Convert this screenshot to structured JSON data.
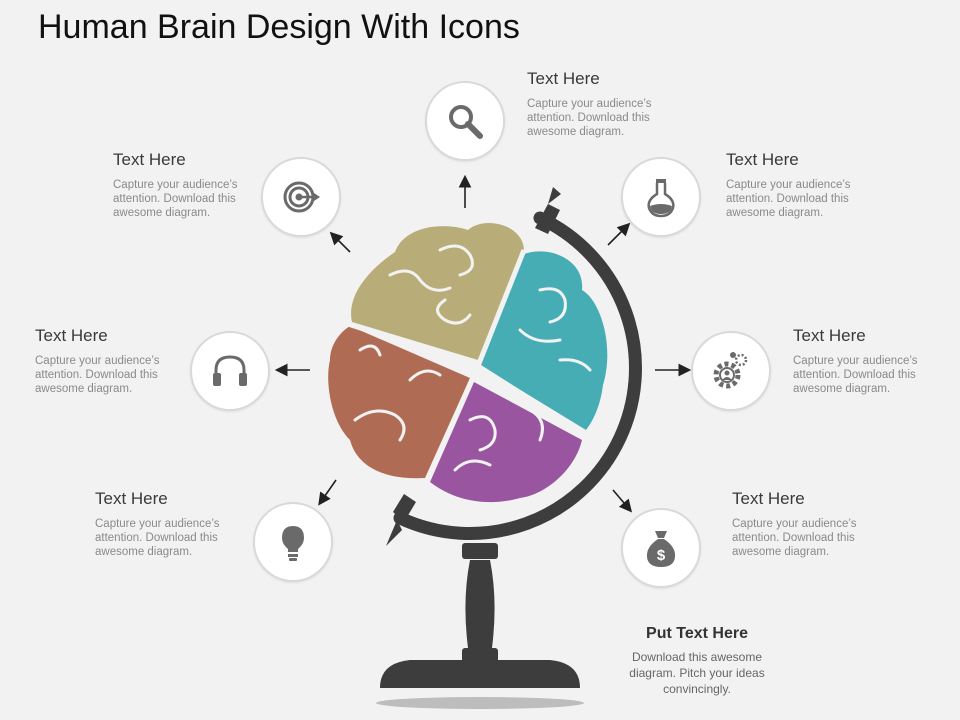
{
  "title": "Human Brain Design With Icons",
  "callouts": [
    {
      "heading": "Text Here",
      "body": "Capture your audience’s attention. Download this awesome diagram.",
      "icon": "search-icon"
    },
    {
      "heading": "Text Here",
      "body": "Capture your audience’s attention. Download this awesome diagram.",
      "icon": "target-icon"
    },
    {
      "heading": "Text Here",
      "body": "Capture your audience’s attention. Download this awesome diagram.",
      "icon": "flask-icon"
    },
    {
      "heading": "Text Here",
      "body": "Capture your audience’s attention. Download this awesome diagram.",
      "icon": "headphones-icon"
    },
    {
      "heading": "Text Here",
      "body": "Capture your audience’s attention. Download this awesome diagram.",
      "icon": "gear-user-icon"
    },
    {
      "heading": "Text Here",
      "body": "Capture your audience’s attention. Download this awesome diagram.",
      "icon": "lightbulb-icon"
    },
    {
      "heading": "Text Here",
      "body": "Capture your audience’s attention. Download this awesome diagram.",
      "icon": "money-bag-icon"
    }
  ],
  "footer": {
    "heading": "Put Text Here",
    "body": "Download this awesome diagram. Pitch your ideas convincingly."
  },
  "colors": {
    "olive": "#b8ad78",
    "teal": "#47adb4",
    "rust": "#b06b55",
    "purple": "#9a55a0",
    "stand": "#3d3d3d",
    "icon": "#6a6a6a"
  }
}
